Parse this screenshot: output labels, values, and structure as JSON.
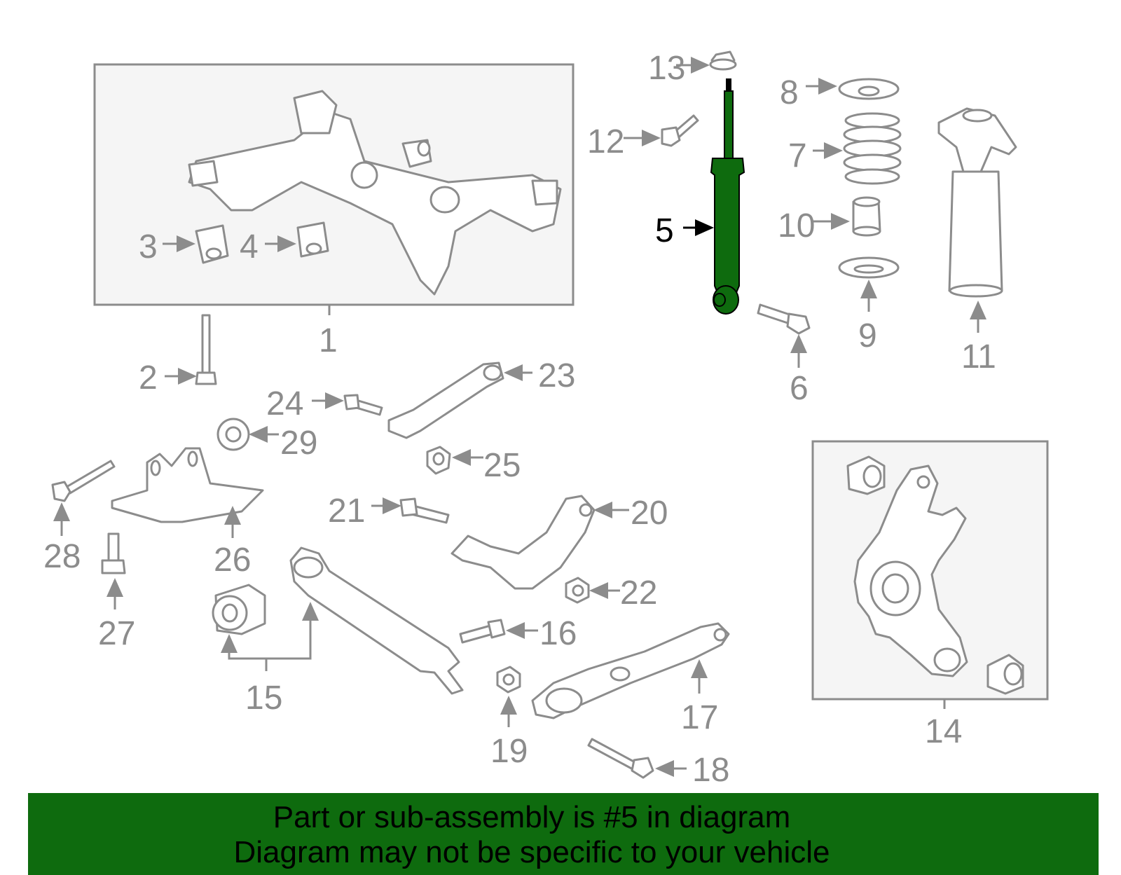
{
  "diagram": {
    "highlighted_part": "5",
    "highlight_color": "#0e6b0e",
    "line_color": "#8c8c8c",
    "callouts": [
      "1",
      "2",
      "3",
      "4",
      "5",
      "6",
      "7",
      "8",
      "9",
      "10",
      "11",
      "12",
      "13",
      "14",
      "15",
      "16",
      "17",
      "18",
      "19",
      "20",
      "21",
      "22",
      "23",
      "24",
      "25",
      "26",
      "27",
      "28",
      "29"
    ]
  },
  "banner": {
    "line1": "Part or sub-assembly is #5 in diagram",
    "line2": "Diagram may not be specific to your vehicle",
    "background": "#0e6b0e"
  }
}
